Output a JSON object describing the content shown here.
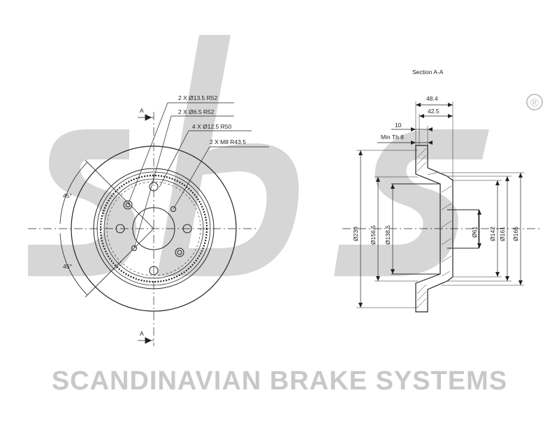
{
  "brand": {
    "logo_text": "sbs",
    "registered_mark": "®",
    "tagline": "SCANDINAVIAN BRAKE SYSTEMS"
  },
  "front_view": {
    "section_marker": "A",
    "hole_callouts": [
      "2 X Ø13.5  R52",
      "2 X Ø6.5  R52",
      "4 X Ø12.5  R50",
      "2 X M8  R43.5"
    ],
    "angles": [
      "45°",
      "45°"
    ]
  },
  "section_view": {
    "title": "Section A-A",
    "horizontal_dims": [
      "48.4",
      "42.5",
      "10"
    ],
    "min_thickness": "Min Th 8",
    "diameters": [
      "Ø239",
      "Ø156.5",
      "Ø138.5",
      "Ø61",
      "Ø142",
      "Ø161",
      "Ø165"
    ]
  },
  "colors": {
    "line": "#222222",
    "watermark": "#d6d6d6",
    "brand_text": "#c8c8c8"
  }
}
